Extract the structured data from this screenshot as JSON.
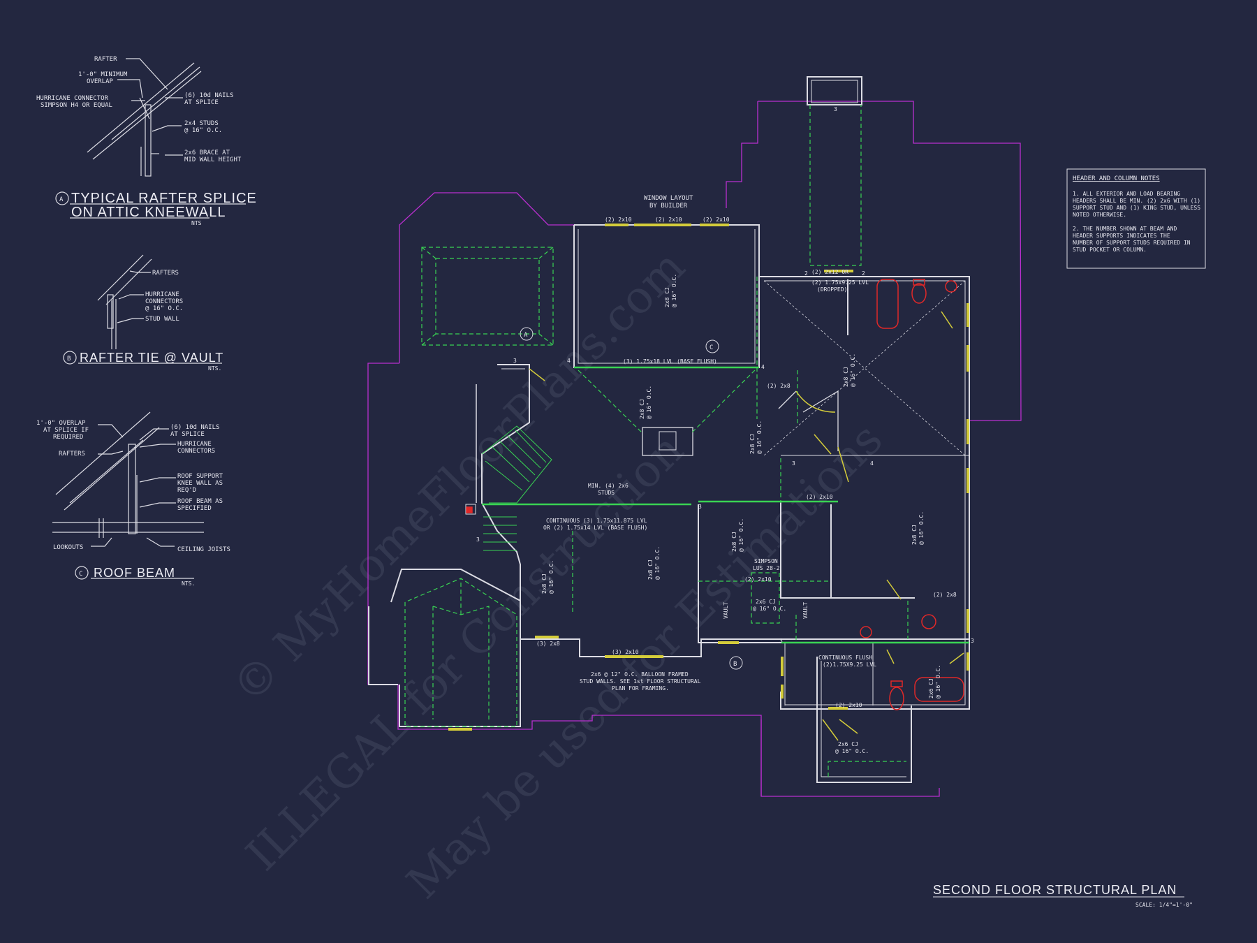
{
  "colors": {
    "background": "#232740",
    "wall": "#dcdce4",
    "beam": "#39d353",
    "overhang": "#b92fcf",
    "header": "#d4cc3a",
    "fixture": "#e02828"
  },
  "watermark": [
    "© MyHomeFloorPlans.com",
    "ILLEGAL for Construction",
    "May be used for Estimations"
  ],
  "details": {
    "a": {
      "marker": "A",
      "title": "TYPICAL RAFTER SPLICE",
      "title2": "ON ATTIC KNEEWALL",
      "scale": "NTS",
      "labels": [
        "RAFTER",
        "1'-0\" MINIMUM",
        "OVERLAP",
        "HURRICANE CONNECTOR",
        "SIMPSON H4 OR EQUAL",
        "(6) 10d NAILS",
        "AT SPLICE",
        "2x4 STUDS",
        "@ 16\" O.C.",
        "2x6 BRACE AT",
        "MID WALL HEIGHT"
      ]
    },
    "b": {
      "marker": "B",
      "title": "RAFTER TIE @ VAULT",
      "scale": "NTS.",
      "labels": [
        "RAFTERS",
        "HURRICANE",
        "CONNECTORS",
        "@ 16\" O.C.",
        "STUD WALL"
      ]
    },
    "c": {
      "marker": "C",
      "title": "ROOF BEAM",
      "scale": "NTS.",
      "labels": [
        "1'-0\" OVERLAP",
        "AT SPLICE IF",
        "REQUIRED",
        "(6) 10d NAILS",
        "AT SPLICE",
        "HURRICANE",
        "CONNECTORS",
        "RAFTERS",
        "ROOF SUPPORT",
        "KNEE WALL AS",
        "REQ'D",
        "ROOF BEAM AS",
        "SPECIFIED",
        "LOOKOUTS",
        "CEILING JOISTS"
      ]
    }
  },
  "notes": {
    "title": "HEADER AND COLUMN NOTES",
    "lines": [
      "1. ALL EXTERIOR AND LOAD BEARING",
      "HEADERS SHALL BE MIN. (2) 2x6 WITH (1)",
      "SUPPORT STUD AND (1) KING STUD, UNLESS",
      "NOTED OTHERWISE.",
      "",
      "2. THE NUMBER SHOWN AT BEAM AND",
      "HEADER SUPPORTS INDICATES THE",
      "NUMBER OF SUPPORT STUDS REQUIRED IN",
      "STUD POCKET OR COLUMN."
    ]
  },
  "plan": {
    "title": "SECOND FLOOR STRUCTURAL PLAN",
    "scale": "SCALE: 1/4\"=1'-0\"",
    "labels": {
      "window_layout": [
        "WINDOW LAYOUT",
        "BY BUILDER"
      ],
      "top_headers": [
        "(2) 2x10",
        "(2) 2x10",
        "(2) 2x10"
      ],
      "lvl_base": "(3) 1.75x18 LVL (BASE FLUSH)",
      "header_top_right": [
        "(2) 2x12 OR",
        "(2) 1.75x9.25 LVL",
        "(DROPPED)"
      ],
      "min_studs": [
        "MIN. (4) 2x6",
        "STUDS"
      ],
      "continuous": [
        "CONTINUOUS (3) 1.75x11.875 LVL",
        "OR (2) 1.75x14 LVL (BASE FLUSH)"
      ],
      "simpson": [
        "SIMPSON",
        "LUS 28-2"
      ],
      "simpson_header": "(2) 2x10",
      "cj_small": [
        "2x6 CJ",
        "@ 16\" O.C."
      ],
      "balloon": [
        "2x6 @ 12\" O.C. BALLOON FRAMED",
        "STUD WALLS. SEE 1st FLOOR STRUCTURAL",
        "PLAN FOR FRAMING."
      ],
      "bottom_headers": [
        "(3) 2x8",
        "(3) 2x10"
      ],
      "flush": [
        "CONTINUOUS FLUSH",
        "(2)1.75X9.25 LVL"
      ],
      "cj_2x8": "2x8 CJ",
      "cj_2x6": "2x6 CJ",
      "oc16": "@ 16\" O.C.",
      "vault": "VAULT",
      "misc_headers": [
        "(2) 2x10",
        "(2) 2x10",
        "(2) 2x8",
        "(2) 2x8",
        "(2) 2x10",
        "(3) 2x8"
      ],
      "bath_cj": [
        "2x6 CJ",
        "@ 16\" O.C."
      ],
      "markers": [
        "A",
        "B",
        "C"
      ],
      "stud_counts": [
        "2",
        "3",
        "4"
      ]
    }
  }
}
